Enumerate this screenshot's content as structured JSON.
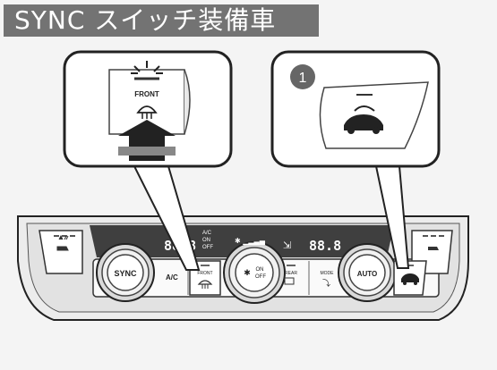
{
  "title": "SYNC スイッチ装備車",
  "callout_left": {
    "front_label": "FRONT"
  },
  "callout_right": {
    "badge": "1"
  },
  "panel": {
    "sync": "SYNC",
    "ac": "A/C",
    "ac_on_off": [
      "A/C",
      "ON",
      "OFF"
    ],
    "front": "FRONT",
    "on_off": [
      "ON",
      "OFF"
    ],
    "rear": "REAR",
    "mode": "MODE",
    "auto": "AUTO",
    "display_left": "88.8",
    "display_right": "88.8"
  },
  "colors": {
    "title_bg": "#737373",
    "badge_bg": "#666666"
  }
}
